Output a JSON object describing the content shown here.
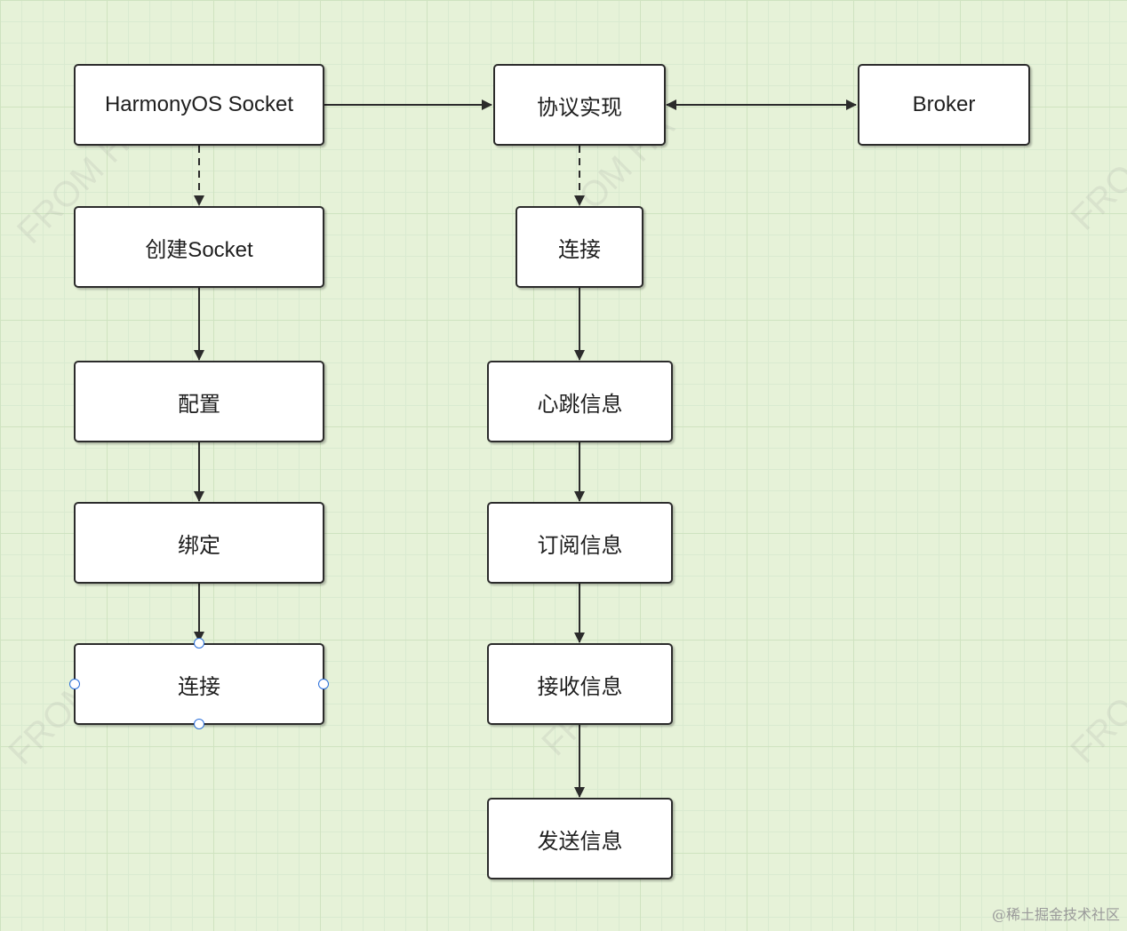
{
  "nodes": {
    "harmonyos_socket": "HarmonyOS Socket",
    "protocol_impl": "协议实现",
    "broker": "Broker",
    "create_socket": "创建Socket",
    "configure": "配置",
    "bind": "绑定",
    "connect_left": "连接",
    "connect_right": "连接",
    "heartbeat": "心跳信息",
    "subscribe": "订阅信息",
    "receive": "接收信息",
    "send": "发送信息"
  },
  "footer": {
    "credit": "@稀土掘金技术社区"
  },
  "colors": {
    "stroke": "#2b2b2b",
    "selection": "#2a6fdb",
    "background": "#e6f2d8"
  }
}
